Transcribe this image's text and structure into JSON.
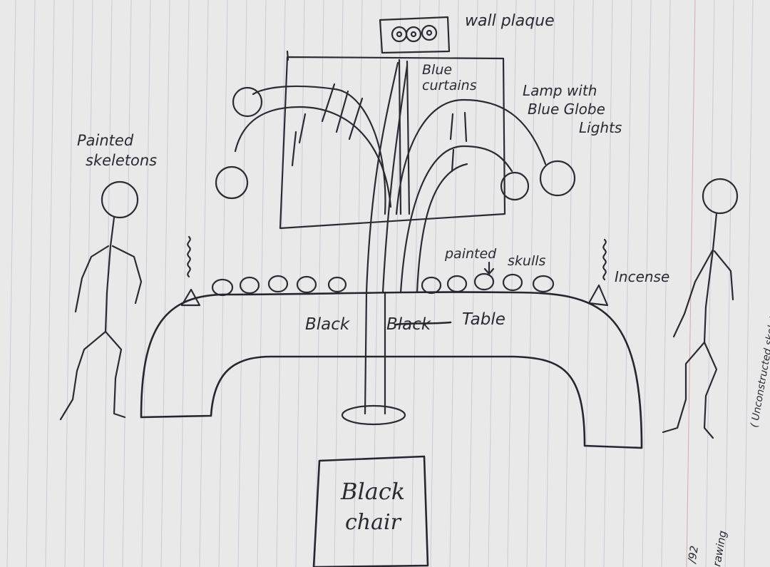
{
  "labels": {
    "wall_plaque": "wall plaque",
    "blue_curtains_line1": "Blue",
    "blue_curtains_line2": "curtains",
    "lamp_line1": "Lamp with",
    "lamp_line2": "Blue Globe",
    "lamp_line3": "Lights",
    "painted_skeletons_line1": "Painted",
    "painted_skeletons_line2": "skeletons",
    "painted_skulls_line1": "painted",
    "painted_skulls_line2": "skulls",
    "incense": "Incense",
    "table_part1": "Black",
    "table_struck": "Black",
    "table_part2": "Table",
    "chair_line1": "Black",
    "chair_line2": "chair",
    "side_note": "( Unconstructed skeleton ) - Painted",
    "corner_note_line1": "/92",
    "corner_note_line2": "rawing"
  }
}
